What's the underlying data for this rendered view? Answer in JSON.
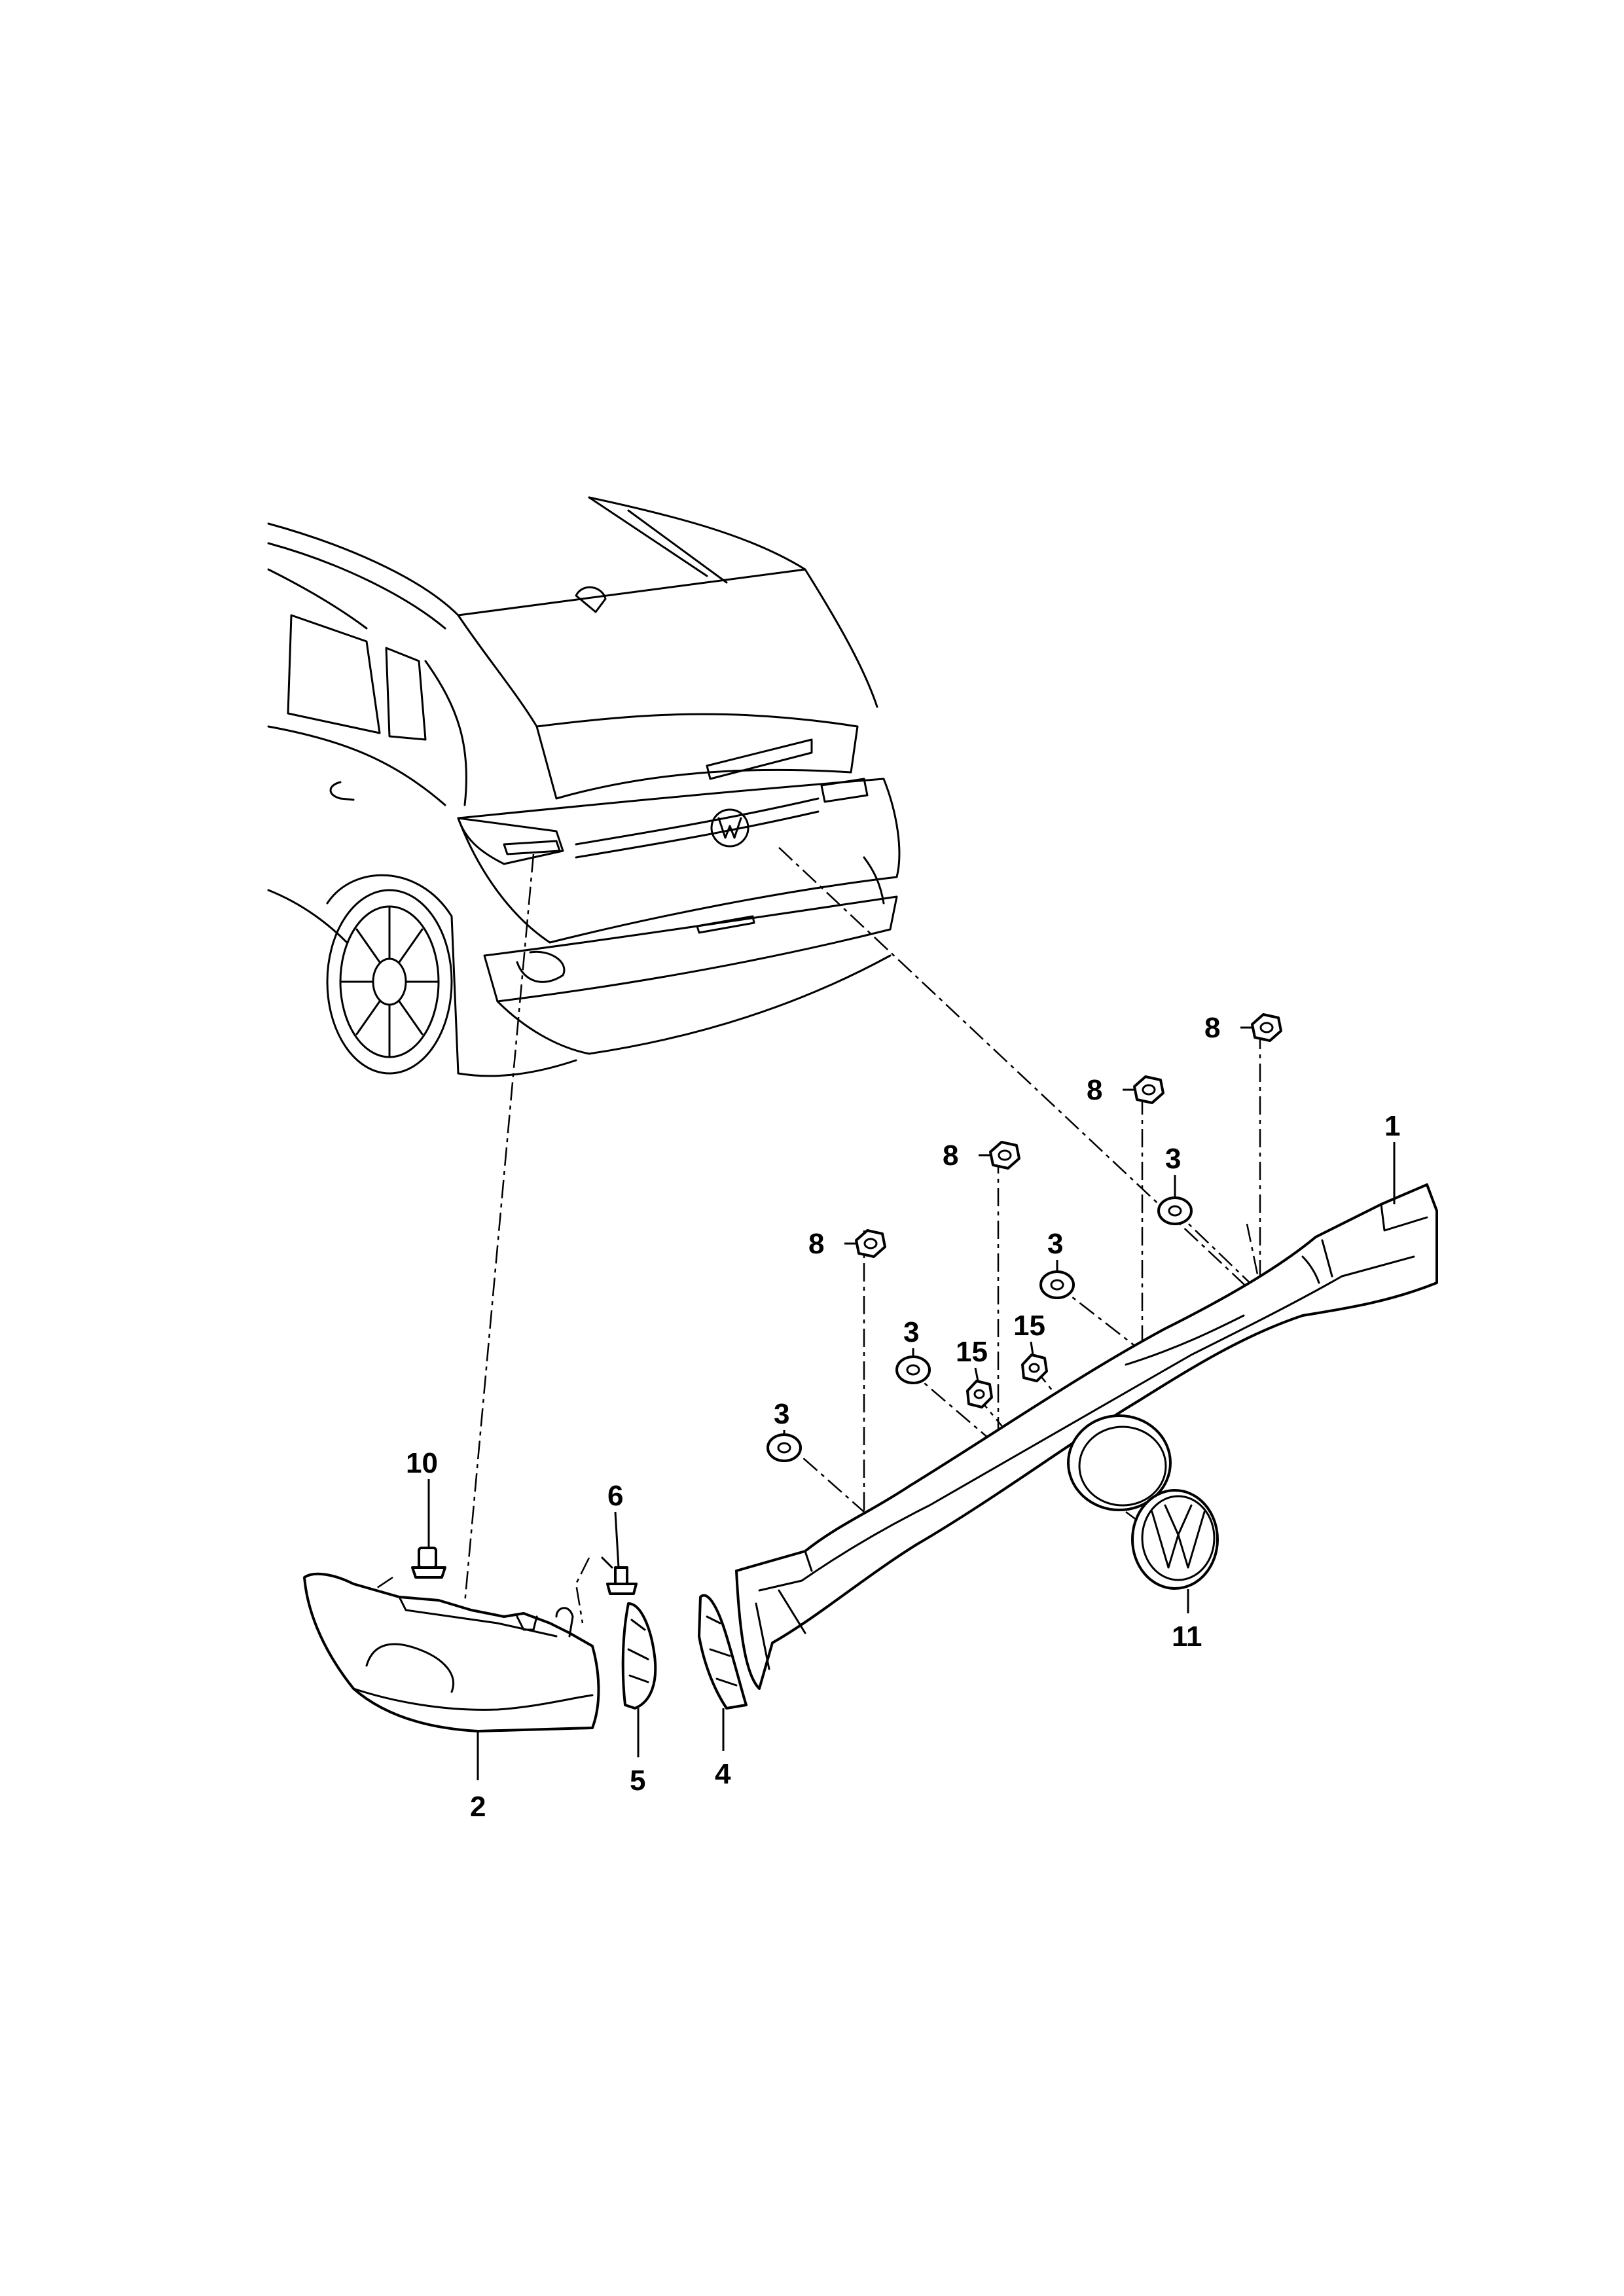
{
  "diagram": {
    "labels": [
      {
        "id": "l1",
        "text": "1"
      },
      {
        "id": "l2",
        "text": "2"
      },
      {
        "id": "l3a",
        "text": "3"
      },
      {
        "id": "l3b",
        "text": "3"
      },
      {
        "id": "l3c",
        "text": "3"
      },
      {
        "id": "l3d",
        "text": "3"
      },
      {
        "id": "l4",
        "text": "4"
      },
      {
        "id": "l5",
        "text": "5"
      },
      {
        "id": "l6",
        "text": "6"
      },
      {
        "id": "l8a",
        "text": "8"
      },
      {
        "id": "l8b",
        "text": "8"
      },
      {
        "id": "l8c",
        "text": "8"
      },
      {
        "id": "l8d",
        "text": "8"
      },
      {
        "id": "l10",
        "text": "10"
      },
      {
        "id": "l11",
        "text": "11"
      },
      {
        "id": "l15a",
        "text": "15"
      },
      {
        "id": "l15b",
        "text": "15"
      }
    ]
  }
}
